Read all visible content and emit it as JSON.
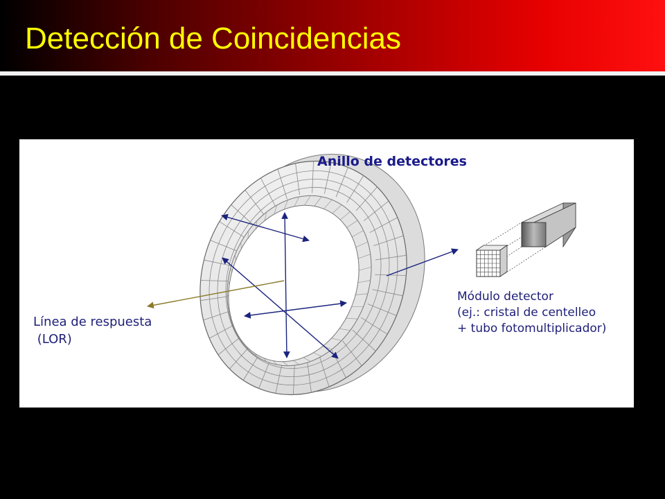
{
  "slide": {
    "title": "Detección de Coincidencias",
    "colors": {
      "title_text": "#ffff00",
      "background": "#000000",
      "banner_end": "#ff1010"
    }
  },
  "diagram": {
    "ring_label": "Anillo de detectores",
    "module_label": {
      "line1": "Módulo detector",
      "line2": "(ej.: cristal de centelleo",
      "line3": "+ tubo fotomultiplicador)"
    },
    "lor_label": {
      "line1": "Línea de respuesta",
      "line2": " (LOR)"
    },
    "colors": {
      "label_text": "#1e1e78",
      "arrow": "#1a237e",
      "lor_arrow": "#8a7a2a",
      "ring_fill": "#ececec",
      "ring_stroke": "#777777"
    }
  }
}
